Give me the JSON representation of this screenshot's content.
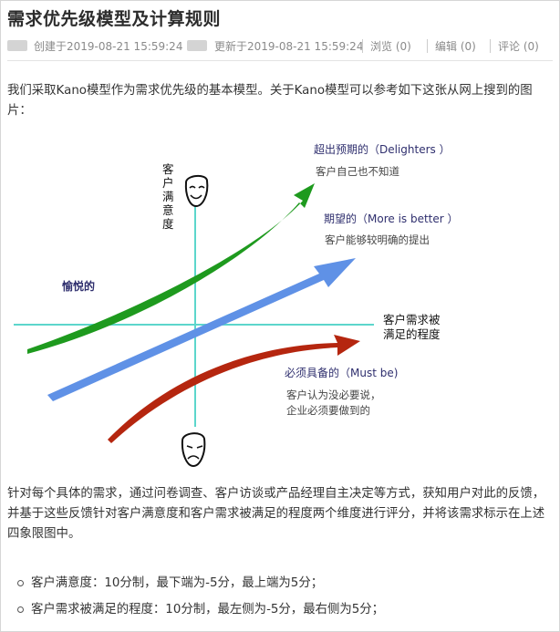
{
  "article": {
    "title": "需求优先级模型及计算规则",
    "meta": {
      "created": "创建于2019-08-21 15:59:24",
      "updated": "更新于2019-08-21 15:59:24",
      "views_label": "浏览",
      "views_count": "(0)",
      "edit_label": "编辑",
      "edit_count": "(0)",
      "comment_label": "评论",
      "comment_count": "(0)"
    },
    "intro": "我们采取Kano模型作为需求优先级的基本模型。关于Kano模型可以参考如下这张从网上搜到的图片：",
    "body": "针对每个具体的需求，通过问卷调查、客户访谈或产品经理自主决定等方式，获知用户对此的反馈，并基于这些反馈针对客户满意度和客户需求被满足的程度两个维度进行评分，并将该需求标示在上述四象限图中。",
    "bullets": [
      "客户满意度：10分制，最下端为-5分，最上端为5分；",
      "客户需求被满足的程度：10分制，最左侧为-5分，最右侧为5分；"
    ]
  },
  "kano": {
    "y_axis_label": [
      "客",
      "户",
      "满",
      "意",
      "度"
    ],
    "x_axis_label": [
      "客户需求被",
      "满足的程度"
    ],
    "delighters_title": "超出预期的（Delighters ）",
    "delighters_note": "客户自己也不知道",
    "performance_title": "期望的（More is better ）",
    "performance_note": "客户能够较明确的提出",
    "must_be_title": "必须具备的（Must be)",
    "must_be_note": [
      "客户认为没必要说，",
      "企业必须要做到的"
    ],
    "delight_label": "愉悦的",
    "colors": {
      "delighters": "#1e9a1e",
      "performance": "#5f91e6",
      "must_be": "#b5260f",
      "axis": "#5cd6cc",
      "label_purple": "#2f2f6e"
    }
  }
}
